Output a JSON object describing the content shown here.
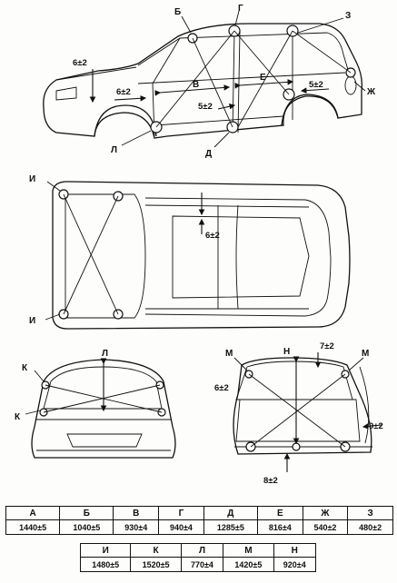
{
  "side_view": {
    "point_labels": [
      "Б",
      "Г",
      "З",
      "Ж",
      "Л",
      "Д"
    ],
    "dim_labels": [
      "В",
      "Е"
    ],
    "tolerances": [
      "6±2",
      "6±2",
      "5±2",
      "5±2"
    ]
  },
  "roof_view": {
    "point_labels": [
      "И",
      "И"
    ],
    "tolerances": [
      "6±2"
    ]
  },
  "front_view": {
    "point_labels": [
      "К",
      "Л",
      "К"
    ]
  },
  "rear_view": {
    "point_labels": [
      "М",
      "Н",
      "М"
    ],
    "tolerances": [
      "7±2",
      "6±2",
      "9±2",
      "8±2"
    ]
  },
  "table1": {
    "headers": [
      "А",
      "Б",
      "В",
      "Г",
      "Д",
      "Е",
      "Ж",
      "З"
    ],
    "values": [
      "1440±5",
      "1040±5",
      "930±4",
      "940±4",
      "1285±5",
      "816±4",
      "540±2",
      "480±2"
    ]
  },
  "table2": {
    "headers": [
      "И",
      "К",
      "Л",
      "М",
      "Н"
    ],
    "values": [
      "1480±5",
      "1520±5",
      "770±4",
      "1420±5",
      "920±4"
    ]
  }
}
